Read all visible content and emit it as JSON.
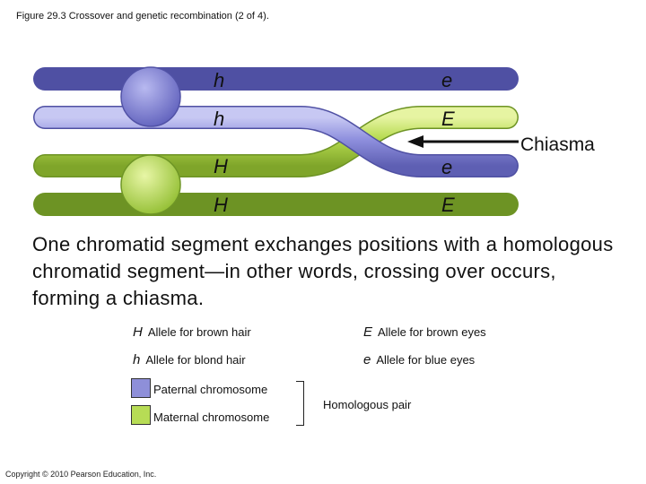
{
  "figure_title": "Figure 29.3 Crossover and genetic recombination (2 of 4).",
  "alleles": {
    "paternal_1_left": "h",
    "paternal_1_right": "e",
    "paternal_2_left": "h",
    "paternal_2_right": "E",
    "maternal_1_left": "H",
    "maternal_1_right": "e",
    "maternal_2_left": "H",
    "maternal_2_right": "E"
  },
  "chiasma_label": "Chiasma",
  "caption": "One chromatid segment exchanges positions with a homologous chromatid segment—in other words, crossing over occurs, forming a chiasma.",
  "key": {
    "brown_hair": {
      "symbol": "H",
      "label": "Allele for brown hair"
    },
    "blond_hair": {
      "symbol": "h",
      "label": "Allele for blond hair"
    },
    "brown_eyes": {
      "symbol": "E",
      "label": "Allele for brown eyes"
    },
    "blue_eyes": {
      "symbol": "e",
      "label": "Allele for blue eyes"
    },
    "paternal": "Paternal chromosome",
    "maternal": "Maternal chromosome",
    "pair": "Homologous pair"
  },
  "colors": {
    "paternal": "#8e8fd9",
    "maternal": "#b7dc55"
  },
  "copyright": "Copyright © 2010 Pearson Education, Inc."
}
